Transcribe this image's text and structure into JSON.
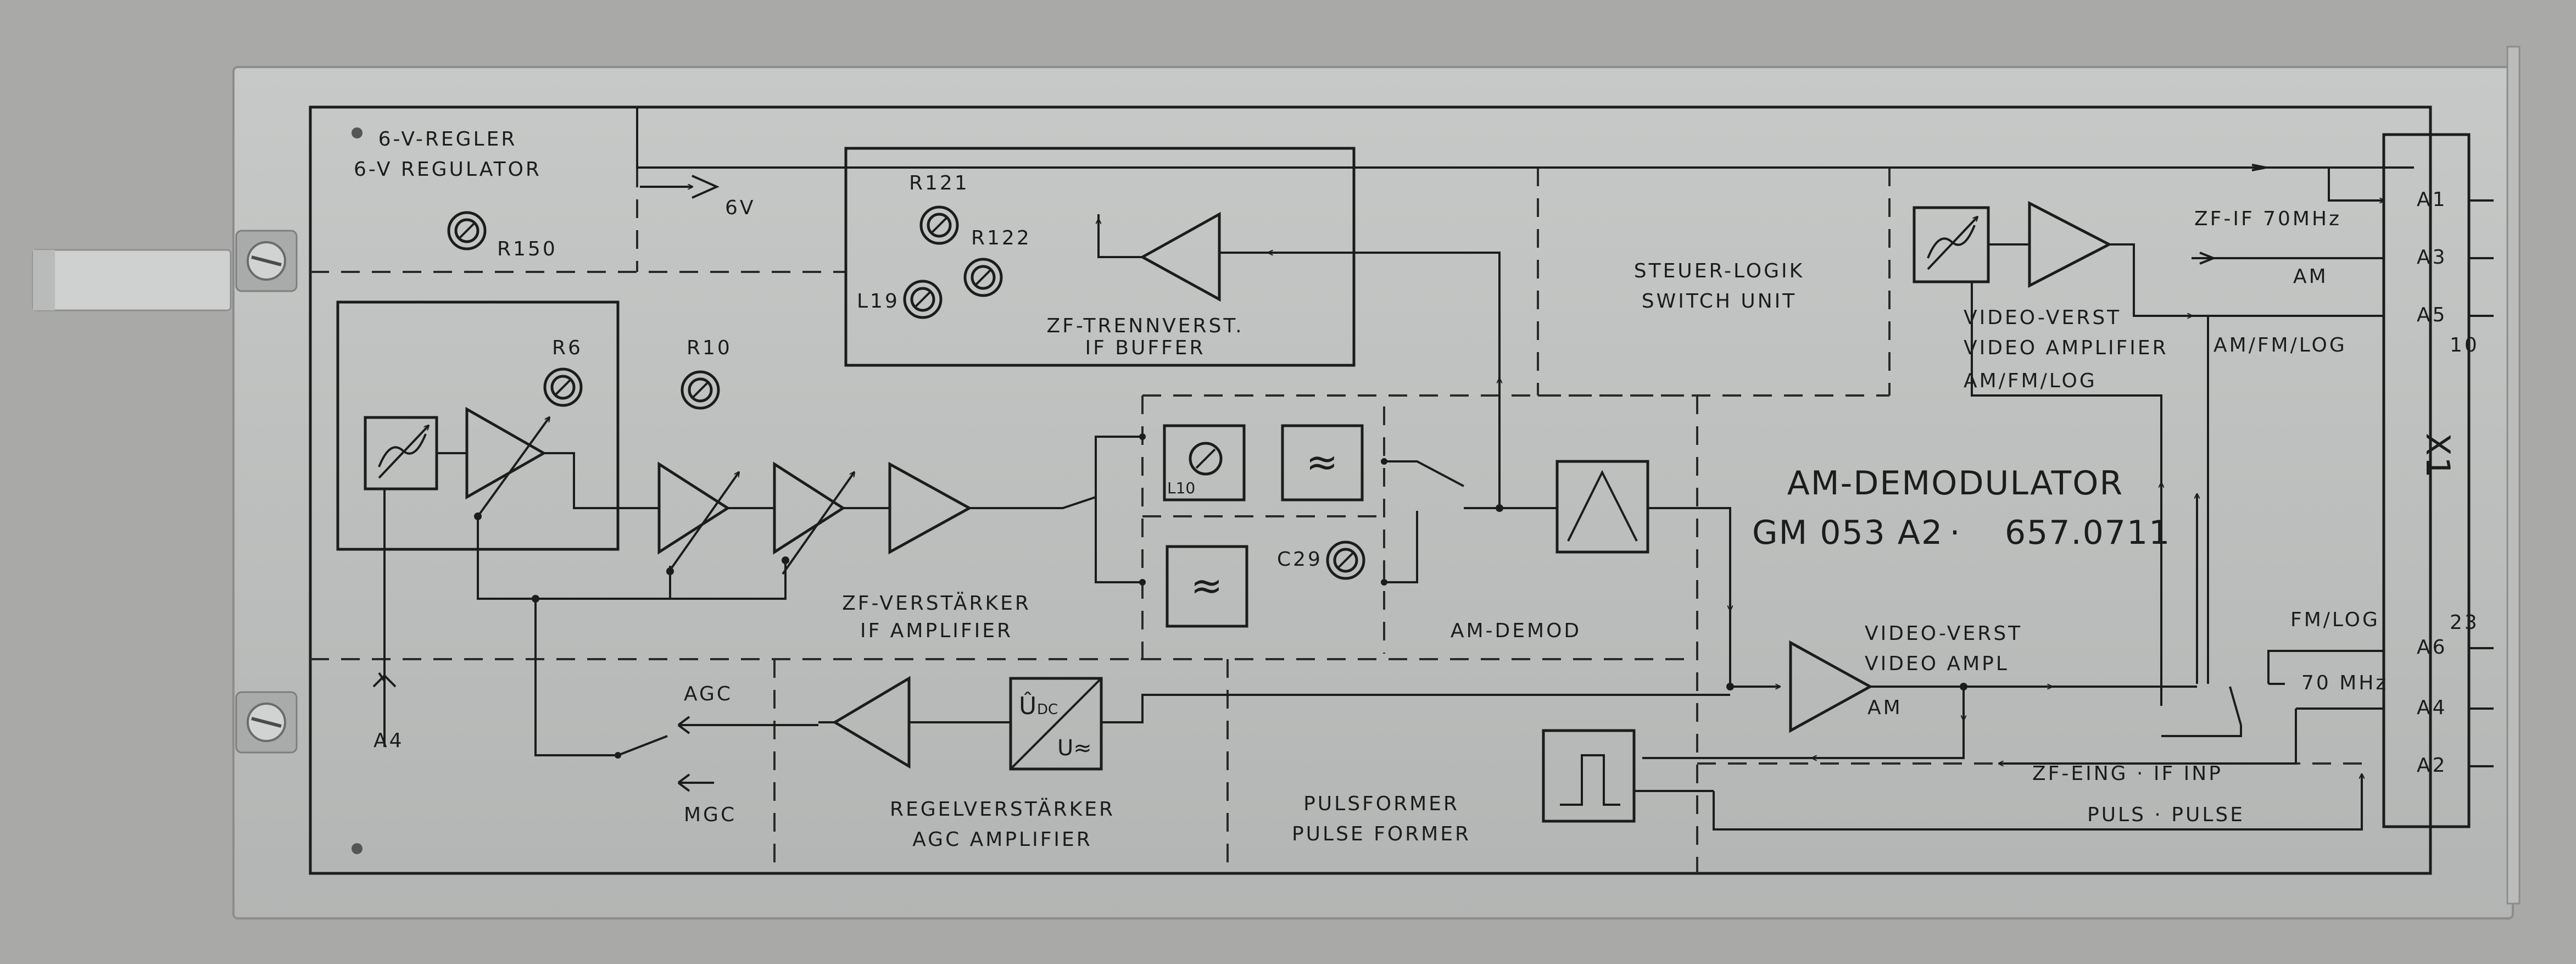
{
  "module": {
    "title": "AM-DEMODULATOR",
    "model": "GM 053 A2",
    "dot": "·",
    "part_number": "657.0711",
    "connector": "X1"
  },
  "regulator": {
    "line1": "6-V-REGLER",
    "line2": "6-V REGULATOR",
    "pot": "R150",
    "output": "6V"
  },
  "buffer": {
    "pots": [
      "R121",
      "R122",
      "L19"
    ],
    "line1": "ZF-TRENNVERST.",
    "line2": "IF BUFFER"
  },
  "logic": {
    "line1": "STEUER-LOGIK",
    "line2": "SWITCH UNIT"
  },
  "video_amp1": {
    "line1": "VIDEO-VERST",
    "line2": "VIDEO AMPLIFIER",
    "line3": "AM/FM/LOG"
  },
  "if_amp": {
    "pots": [
      "R6",
      "R10"
    ],
    "line1": "ZF-VERSTÄRKER",
    "line2": "IF AMPLIFIER"
  },
  "filters": {
    "coil": "L10",
    "cap": "C29"
  },
  "demod": {
    "label": "AM-DEMOD"
  },
  "video_amp2": {
    "line1": "VIDEO-VERST",
    "line2": "VIDEO AMPL",
    "mode": "AM"
  },
  "agc": {
    "agc": "AGC",
    "mgc": "MGC",
    "input": "A4",
    "line1": "REGELVERSTÄRKER",
    "line2": "AGC AMPLIFIER",
    "conv_top": "Û",
    "conv_sub": "DC",
    "conv_bottom": "U≈"
  },
  "pulse": {
    "line1": "PULSFORMER",
    "line2": "PULSE FORMER"
  },
  "pins": {
    "a1": "A1",
    "a3": "A3",
    "a5": "A5",
    "a6": "A6",
    "a4": "A4",
    "a2": "A2",
    "n10": "10",
    "n23": "23",
    "zf_if": "ZF-IF 70MHz",
    "am": "AM",
    "amfmlog": "AM/FM/LOG",
    "fmlog": "FM/LOG",
    "mhz": "70 MHz",
    "if_inp": "ZF-EING · IF INP",
    "puls": "PULS · PULSE"
  },
  "symbols": {
    "highpass": "≈",
    "lowpass": "≈"
  }
}
